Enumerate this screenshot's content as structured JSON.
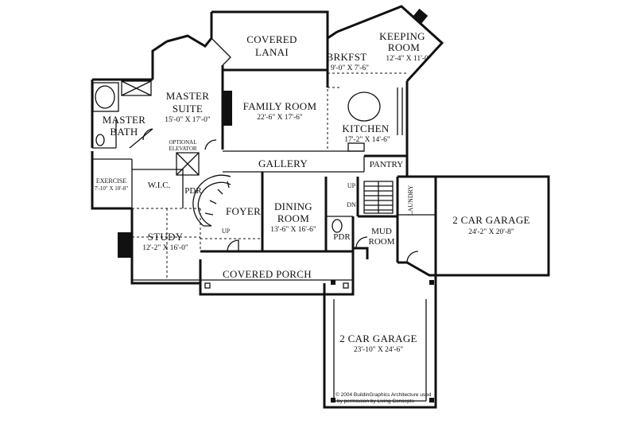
{
  "rooms": {
    "covered_lanai": {
      "line1": "COVERED",
      "line2": "LANAI"
    },
    "keeping_room": {
      "line1": "KEEPING",
      "line2": "ROOM",
      "dims": "12'-4\" X 11'-0\""
    },
    "brkfst": {
      "name": "BRKFST",
      "dims": "9'-0\" X 7'-6\""
    },
    "master_suite": {
      "line1": "MASTER",
      "line2": "SUITE",
      "dims": "15'-0\" X 17'-0\""
    },
    "family_room": {
      "name": "FAMILY ROOM",
      "dims": "22'-6\" X 17'-6\""
    },
    "kitchen": {
      "name": "KITCHEN",
      "dims": "17'-2\" X 14'-6\""
    },
    "master_bath": {
      "line1": "MASTER",
      "line2": "BATH"
    },
    "optional_elevator": {
      "line1": "OPTIONAL",
      "line2": "ELEVATOR"
    },
    "gallery": {
      "name": "GALLERY"
    },
    "pantry": {
      "name": "PANTRY"
    },
    "exercise": {
      "name": "EXERCISE",
      "dims": "7'-10\" X 10'-8\""
    },
    "wic": {
      "name": "W.I.C."
    },
    "pdr_left": {
      "name": "PDR"
    },
    "foyer": {
      "name": "FOYER"
    },
    "dining_room": {
      "line1": "DINING",
      "line2": "ROOM",
      "dims": "13'-6\" X 16'-6\""
    },
    "pdr_right": {
      "name": "PDR"
    },
    "laundry": {
      "name": "LAUNDRY"
    },
    "garage_right": {
      "name": "2 CAR GARAGE",
      "dims": "24'-2\" X 20'-8\""
    },
    "mud_room": {
      "line1": "MUD",
      "line2": "ROOM"
    },
    "study": {
      "name": "STUDY",
      "dims": "12'-2\" X 16'-0\""
    },
    "covered_porch": {
      "name": "COVERED PORCH"
    },
    "garage_bottom": {
      "name": "2 CAR GARAGE",
      "dims": "23'-10\" X 24'-6\""
    }
  },
  "stair_labels": {
    "up_foyer": "UP",
    "up_kitchen": "UP",
    "dn_kitchen": "DN"
  },
  "credit": {
    "line1": "© 2004 BuildinGraphics Architecture used",
    "line2": "by permission by Living Concepts"
  }
}
